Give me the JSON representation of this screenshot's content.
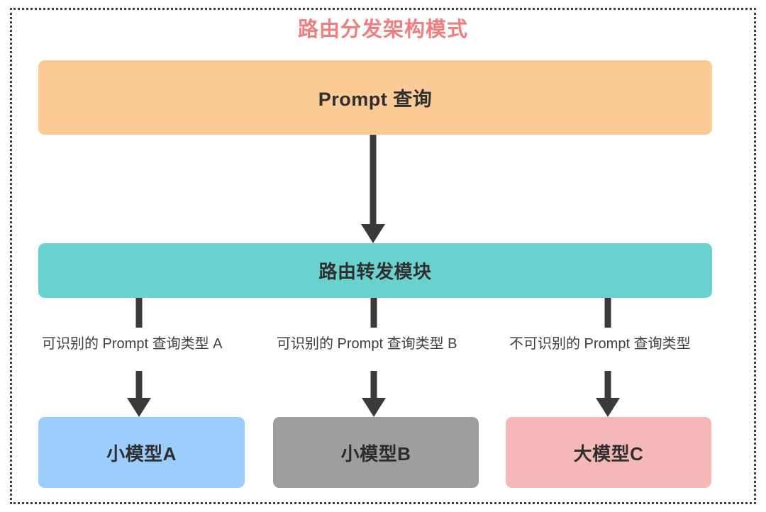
{
  "diagram": {
    "title": "路由分发架构模式",
    "title_color": "#ef7f7f",
    "background": "#ffffff",
    "border_style": "dotted",
    "border_color": "#3b3b4a",
    "nodes": [
      {
        "id": "prompt",
        "label": "Prompt 查询",
        "color": "#fcca95",
        "shape": "rounded-rectangle"
      },
      {
        "id": "router",
        "label": "路由转发模块",
        "color": "#6ad2ce",
        "shape": "rounded-rectangle"
      },
      {
        "id": "small-model-a",
        "label": "小模型A",
        "color": "#9ccdfc",
        "shape": "rounded-rectangle"
      },
      {
        "id": "small-model-b",
        "label": "小模型B",
        "color": "#9e9e9e",
        "shape": "rounded-rectangle"
      },
      {
        "id": "large-model-c",
        "label": "大模型C",
        "color": "#f4b8b8",
        "shape": "rounded-rectangle"
      }
    ],
    "edges": [
      {
        "from": "prompt",
        "to": "router",
        "label": ""
      },
      {
        "from": "router",
        "to": "small-model-a",
        "label": "可识别的 Prompt 查询类型 A"
      },
      {
        "from": "router",
        "to": "small-model-b",
        "label": "可识别的 Prompt 查询类型 B"
      },
      {
        "from": "router",
        "to": "large-model-c",
        "label": "不可识别的 Prompt 查询类型"
      }
    ],
    "arrow_color": "#3a3a3a"
  }
}
